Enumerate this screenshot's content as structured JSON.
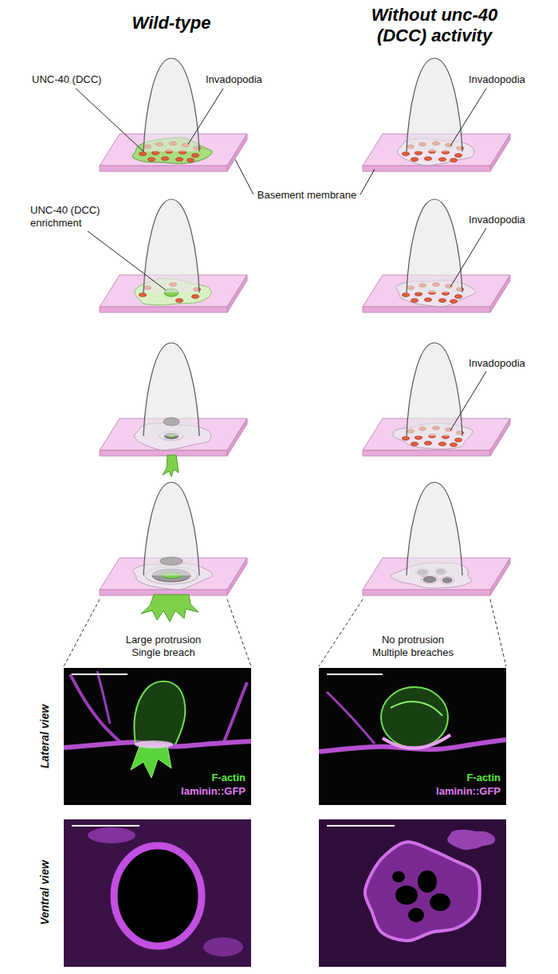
{
  "diagram": {
    "labels": [
      "Wild-type",
      "Without unc-40 (DCC) activity",
      "UNC-40 (DCC)",
      "Invadopodia",
      "Invadopodia",
      "Basement membrane",
      "UNC-40 (DCC) enrichment",
      "Invadopodia",
      "Invadopodia",
      "Large protrusion Single breach",
      "No protrusion Multiple breaches",
      "Lateral view",
      "F-actin",
      "laminin::GFP",
      "F-actin",
      "laminin::GFP",
      "Ventral view"
    ]
  }
}
